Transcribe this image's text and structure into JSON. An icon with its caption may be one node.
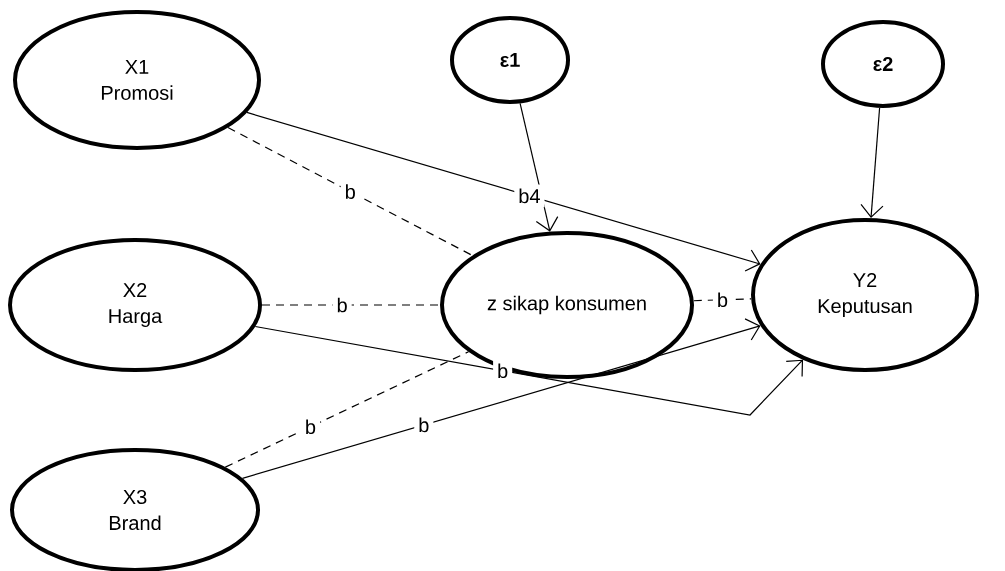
{
  "diagram": {
    "nodes": [
      {
        "text": [
          "X1",
          "Promosi"
        ]
      },
      {
        "text": [
          "**ε1**"
        ]
      },
      {
        "text": [
          "**ε2**"
        ]
      },
      {
        "text": [
          "X2",
          "Harga"
        ]
      },
      {
        "text": [
          "z sikap konsumen"
        ]
      },
      {
        "text": [
          "Y2",
          "Keputusan"
        ]
      },
      {
        "text": [
          "X3",
          "Brand"
        ]
      }
    ],
    "edges": [
      {
        "from": 0,
        "to": 5,
        "arrow": "to",
        "label": "b4"
      },
      {
        "from": 0,
        "to": 4,
        "arrow": "none",
        "label": "b",
        "style": "dashed"
      },
      {
        "from": 1,
        "to": 4,
        "arrow": "to"
      },
      {
        "from": 2,
        "to": 5,
        "arrow": "to"
      },
      {
        "from": 3,
        "to": 4,
        "arrow": "none",
        "label": "b",
        "style": "dashed"
      },
      {
        "from": 4,
        "to": 5,
        "arrow": "none",
        "label": "b",
        "style": "dashed"
      },
      {
        "from": 3,
        "to": 5,
        "arrow": "to",
        "label": "b"
      },
      {
        "from": 6,
        "to": 4,
        "arrow": "none",
        "label": "b",
        "style": "dashed"
      },
      {
        "from": 6,
        "to": 5,
        "arrow": "to",
        "label": "b"
      }
    ]
  }
}
